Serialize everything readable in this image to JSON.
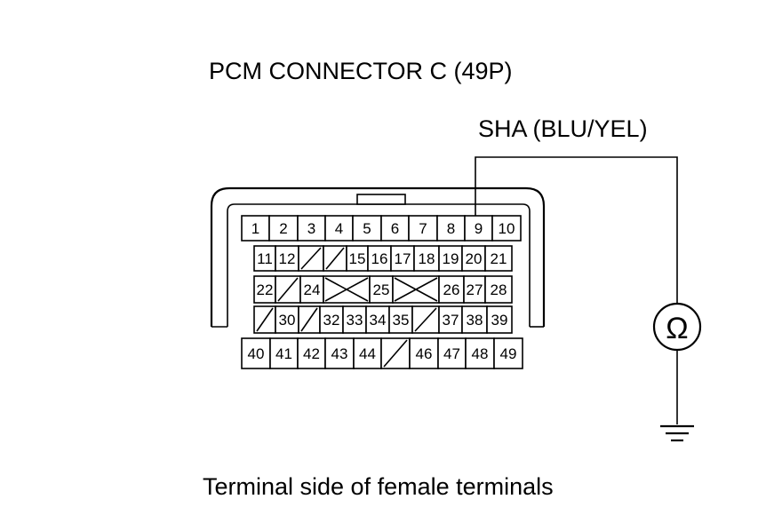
{
  "title": "PCM CONNECTOR C (49P)",
  "signal_label": "SHA (BLU/YEL)",
  "caption": "Terminal side of female terminals",
  "meter_symbol": "Ω",
  "meter_icon": "ohmmeter-icon",
  "ground_icon": "ground-icon",
  "probe_terminal": "9",
  "rows": [
    [
      "1",
      "2",
      "3",
      "4",
      "5",
      "6",
      "7",
      "8",
      "9",
      "10"
    ],
    [
      "11",
      "12",
      "",
      "",
      "15",
      "16",
      "17",
      "18",
      "19",
      "20",
      "21"
    ],
    [
      "22",
      "",
      "24",
      "",
      "25",
      "",
      "26",
      "27",
      "28"
    ],
    [
      "",
      "30",
      "",
      "32",
      "33",
      "34",
      "35",
      "",
      "37",
      "38",
      "39"
    ],
    [
      "40",
      "41",
      "42",
      "43",
      "44",
      "",
      "46",
      "47",
      "48",
      "49"
    ]
  ]
}
